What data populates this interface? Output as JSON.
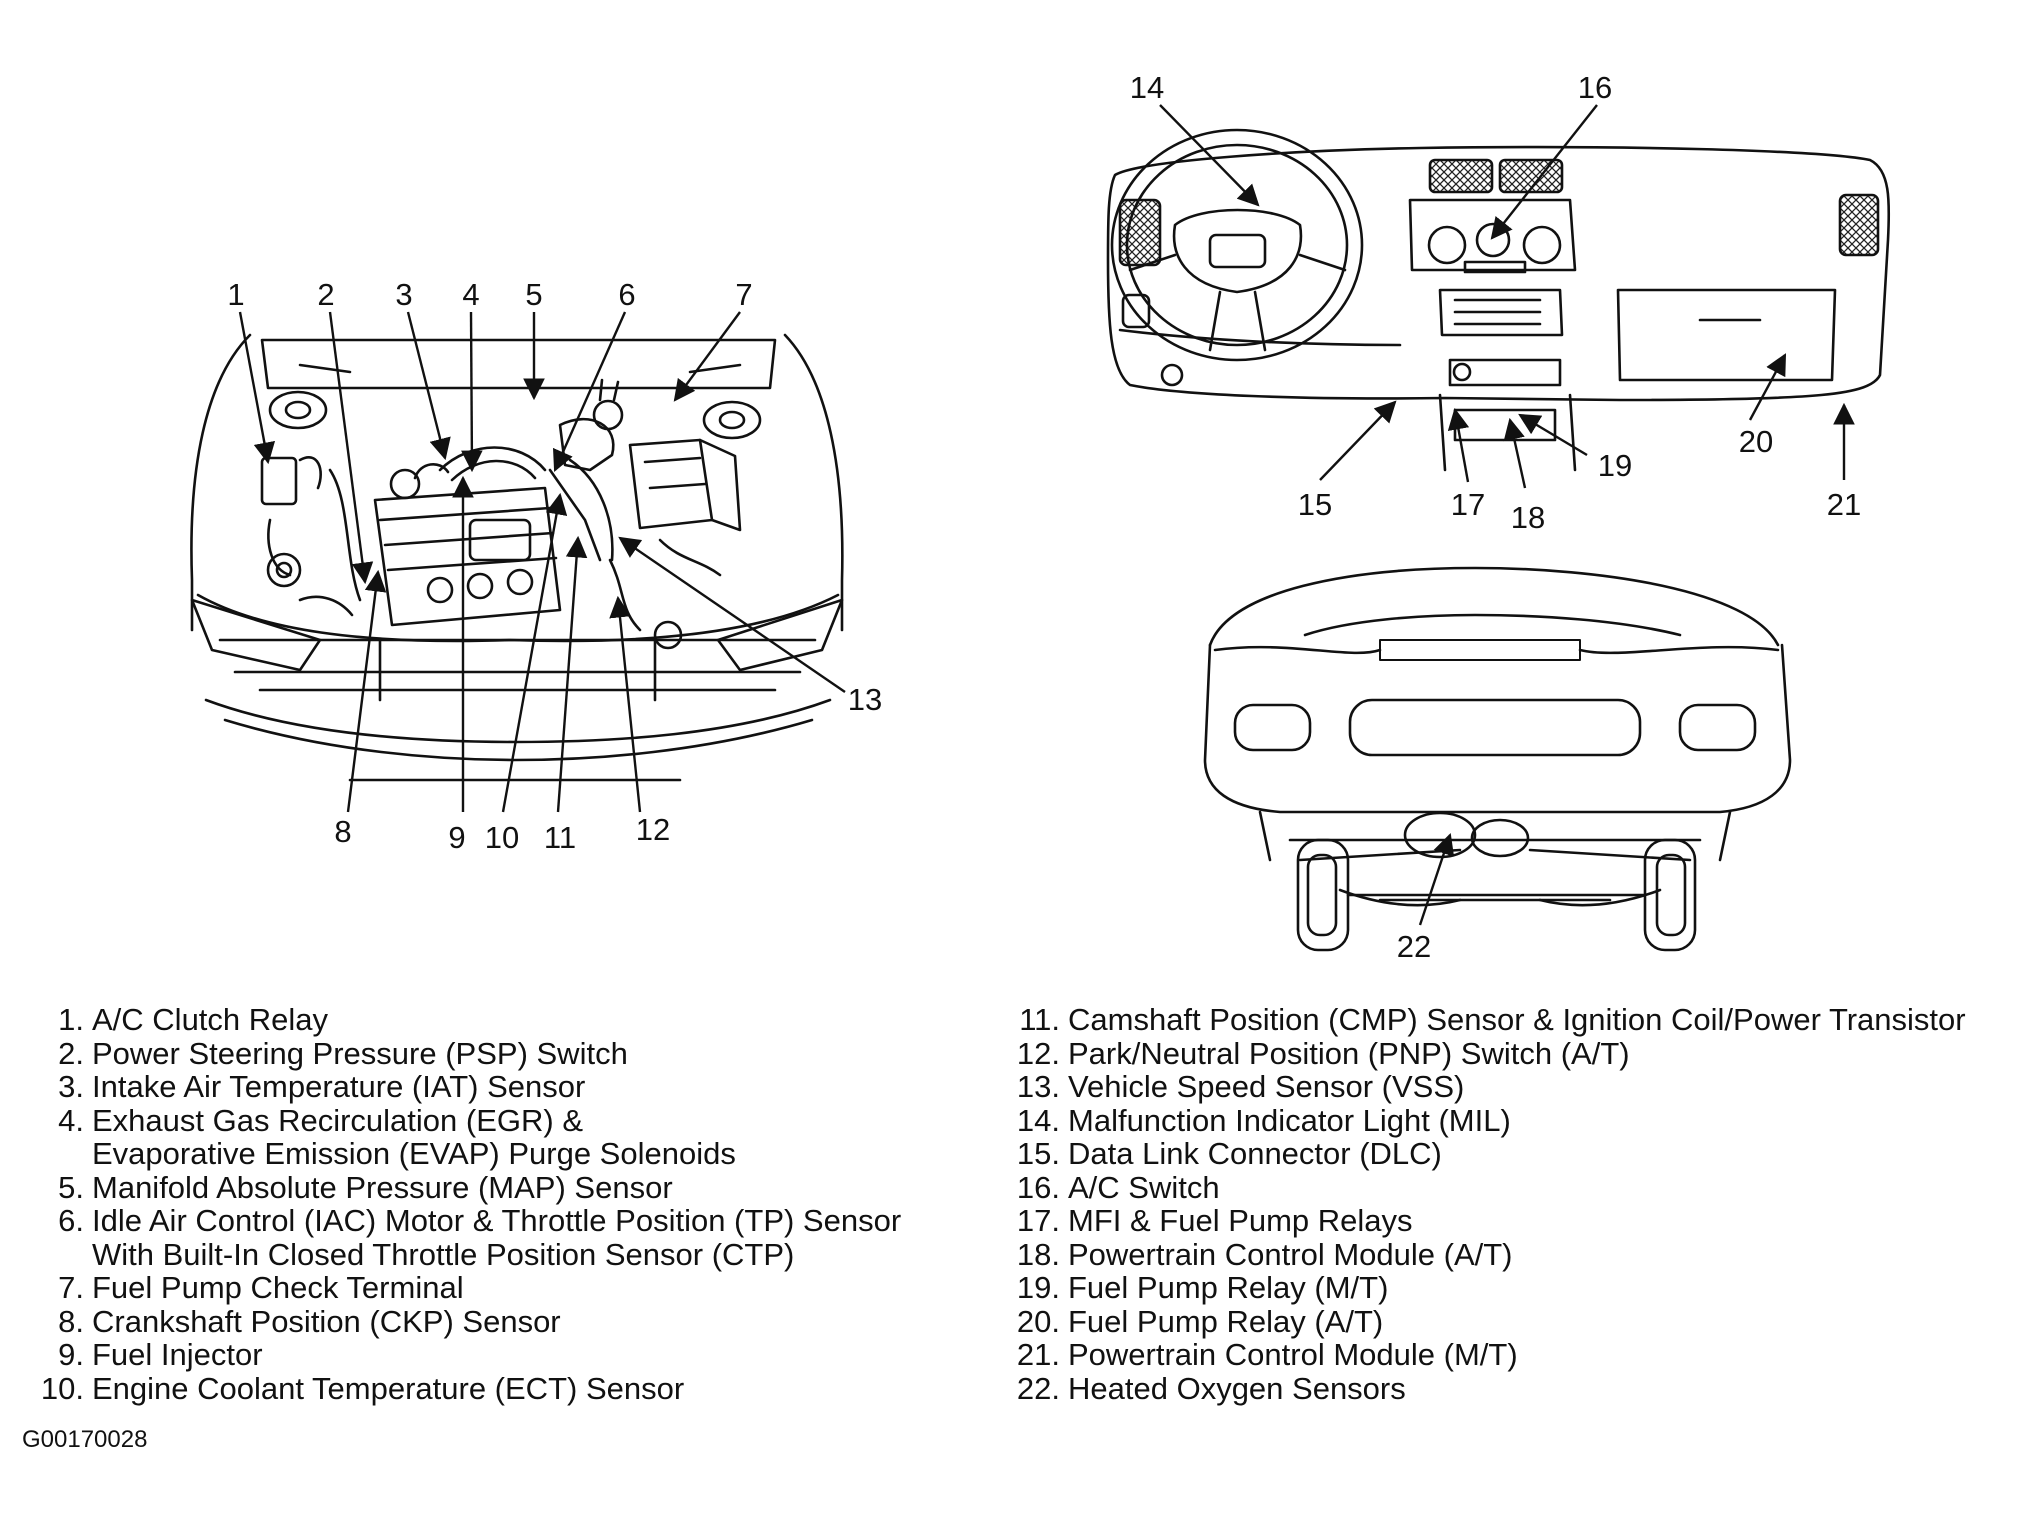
{
  "engine_callouts": [
    "1",
    "2",
    "3",
    "4",
    "5",
    "6",
    "7",
    "8",
    "9",
    "10",
    "11",
    "12",
    "13"
  ],
  "dash_callouts": [
    "14",
    "15",
    "16",
    "17",
    "18",
    "19",
    "20",
    "21"
  ],
  "underbody_callouts": [
    "22"
  ],
  "legend_left": [
    {
      "num": "1.",
      "label": "A/C Clutch Relay"
    },
    {
      "num": "2.",
      "label": "Power Steering Pressure (PSP) Switch"
    },
    {
      "num": "3.",
      "label": "Intake Air Temperature (IAT) Sensor"
    },
    {
      "num": "4.",
      "label": "Exhaust Gas Recirculation (EGR) &"
    },
    {
      "num": "",
      "label": "Evaporative Emission (EVAP) Purge Solenoids"
    },
    {
      "num": "5.",
      "label": "Manifold Absolute Pressure (MAP) Sensor"
    },
    {
      "num": "6.",
      "label": "Idle Air Control (IAC) Motor & Throttle Position (TP) Sensor"
    },
    {
      "num": "",
      "label": "With Built-In Closed Throttle Position Sensor (CTP)"
    },
    {
      "num": "7.",
      "label": "Fuel Pump Check Terminal"
    },
    {
      "num": "8.",
      "label": "Crankshaft Position (CKP) Sensor"
    },
    {
      "num": "9.",
      "label": "Fuel Injector"
    },
    {
      "num": "10.",
      "label": "Engine Coolant Temperature (ECT) Sensor"
    }
  ],
  "legend_right": [
    {
      "num": "11.",
      "label": "Camshaft Position (CMP) Sensor & Ignition Coil/Power Transistor"
    },
    {
      "num": "12.",
      "label": "Park/Neutral Position (PNP) Switch (A/T)"
    },
    {
      "num": "13.",
      "label": "Vehicle Speed Sensor (VSS)"
    },
    {
      "num": "14.",
      "label": "Malfunction Indicator Light (MIL)"
    },
    {
      "num": "15.",
      "label": "Data Link Connector (DLC)"
    },
    {
      "num": "16.",
      "label": "A/C Switch"
    },
    {
      "num": "17.",
      "label": "MFI & Fuel Pump Relays"
    },
    {
      "num": "18.",
      "label": "Powertrain Control Module (A/T)"
    },
    {
      "num": "19.",
      "label": "Fuel Pump Relay (M/T)"
    },
    {
      "num": "20.",
      "label": "Fuel Pump Relay (A/T)"
    },
    {
      "num": "21.",
      "label": "Powertrain Control Module (M/T)"
    },
    {
      "num": "22.",
      "label": "Heated Oxygen Sensors"
    }
  ],
  "figure_code": "G00170028",
  "line_color": "#111111"
}
